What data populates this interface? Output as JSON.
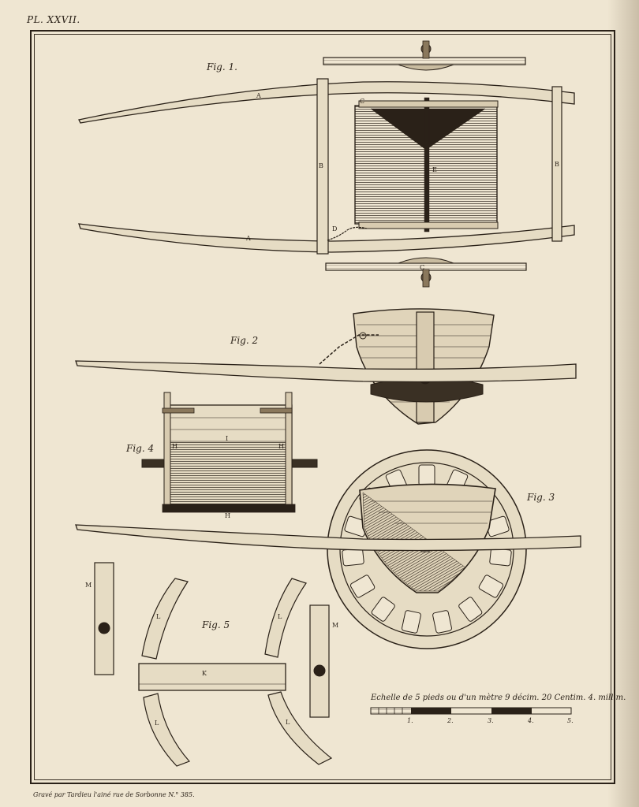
{
  "plate_label": "PL. XXVII.",
  "figures": {
    "fig1": "Fig. 1.",
    "fig2": "Fig. 2",
    "fig3": "Fig. 3",
    "fig4": "Fig. 4",
    "fig5": "Fig. 5"
  },
  "part_letters": {
    "A": "A",
    "B": "B",
    "C": "C",
    "D": "D",
    "E": "E",
    "H": "H",
    "I": "I",
    "K": "K",
    "L": "L",
    "M": "M"
  },
  "scale": {
    "caption": "Echelle de 5 pieds ou d'un mètre 9 décim. 20 Centim. 4. millim.",
    "ticks": [
      "1.",
      "2.",
      "3.",
      "4.",
      "5."
    ]
  },
  "engraver_credit": "Gravé par Tardieu l'ainé rue de Sorbonne N.° 385."
}
